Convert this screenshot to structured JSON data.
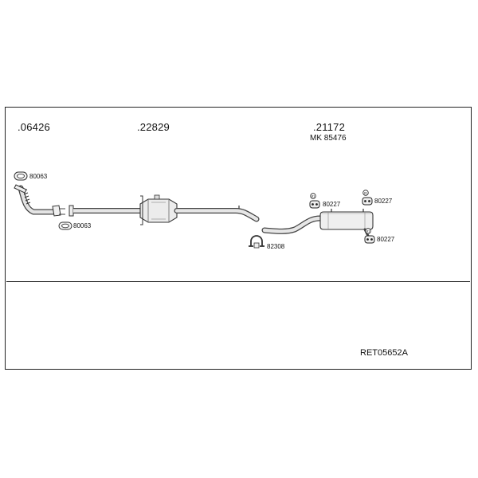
{
  "groups": [
    {
      "part_number": ".06426"
    },
    {
      "part_number": ".22829"
    },
    {
      "part_number": ".21172",
      "sub_label": "MK  85476"
    }
  ],
  "fittings": {
    "gasket_top": "80063",
    "gasket_bottom": "80063",
    "clamp": "82308",
    "hanger_left": "80227",
    "hanger_right": "80227",
    "hanger_bottom": "80227"
  },
  "badges": {
    "hanger_left": "81",
    "hanger_right": "81",
    "hanger_bottom": "81"
  },
  "reference": "RET05652A"
}
